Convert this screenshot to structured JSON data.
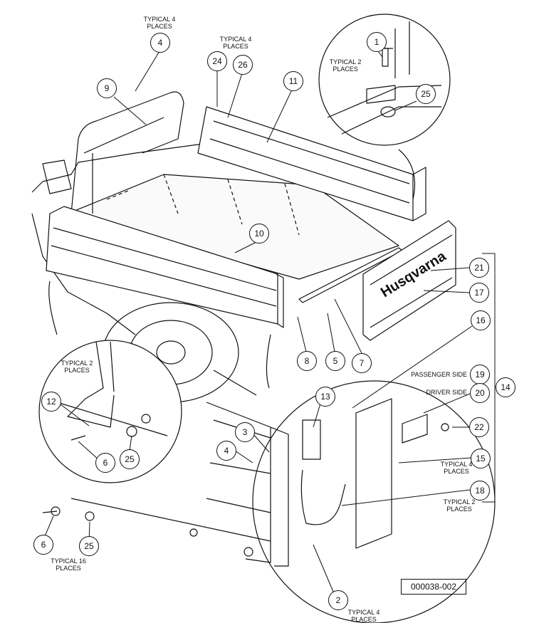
{
  "notes": {
    "typ4_places_a": "TYPICAL 4\nPLACES",
    "typ4_places_b": "TYPICAL 4\nPLACES",
    "typ2_places_top": "TYPICAL 2\nPLACES",
    "typ2_places_left": "TYPICAL 2\nPLACES",
    "typ16_places": "TYPICAL 16\nPLACES",
    "typ4_places_right": "TYPICAL 4\nPLACES",
    "typ2_places_right": "TYPICAL 2\nPLACES",
    "typ4_places_bottom": "TYPICAL 4\nPLACES"
  },
  "side_labels": {
    "passenger_side": "PASSENGER SIDE",
    "driver_side": "DRIVER SIDE"
  },
  "brand_text": "Husqvarna",
  "drawing_number": "000038-002",
  "callouts": [
    "1",
    "2",
    "3",
    "4",
    "4",
    "5",
    "6",
    "6",
    "7",
    "8",
    "9",
    "10",
    "11",
    "12",
    "13",
    "14",
    "15",
    "16",
    "17",
    "18",
    "19",
    "20",
    "21",
    "22",
    "24",
    "25",
    "25",
    "25",
    "26"
  ]
}
